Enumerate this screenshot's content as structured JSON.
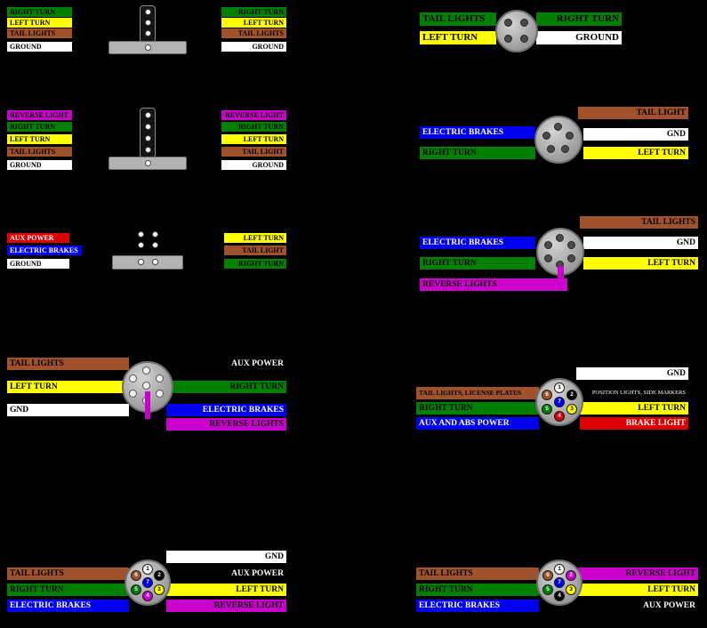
{
  "palette": {
    "background": "#000000",
    "green": "#008000",
    "yellow": "#ffff00",
    "brown": "#a0522d",
    "white": "#ffffff",
    "magenta": "#cc00cc",
    "blue": "#0000ee",
    "red": "#dd0000",
    "black_wire": "#000000",
    "connector_gray": "#b3b3b3"
  },
  "g": {
    "flat4": {
      "left": [
        "RIGHT TURN",
        "LEFT TURN",
        "TAIL LIGHTS",
        "GROUND"
      ],
      "right": [
        "RIGHT TURN",
        "LEFT TURN",
        "TAIL LIGHTS",
        "GROUND"
      ]
    },
    "flat5": {
      "left": [
        "REVERSE LIGHT",
        "RIGHT TURN",
        "LEFT TURN",
        "TAIL LIGHTS",
        "GROUND"
      ],
      "right": [
        "REVERSE LIGHT",
        "RIGHT TURN",
        "LEFT TURN",
        "TAIL LIGHT",
        "GROUND"
      ]
    },
    "sq6": {
      "left": [
        "AUX POWER",
        "ELECTRIC BRAKES",
        "GROUND"
      ],
      "right": [
        "LEFT TURN",
        "TAIL LIGHT",
        "RIGHT TURN"
      ]
    },
    "blade7": {
      "left": [
        "TAIL LIGHTS",
        "LEFT TURN",
        "GND"
      ],
      "right": [
        "AUX POWER",
        "RIGHT TURN",
        "ELECTRIC BRAKES",
        "REVERSE LIGHTS"
      ]
    },
    "round4": {
      "left": [
        "TAIL LIGHTS",
        "LEFT TURN"
      ],
      "right": [
        "RIGHT TURN",
        "GROUND"
      ]
    },
    "round5": {
      "left": [
        "ELECTRIC BRAKES",
        "RIGHT TURN"
      ],
      "right": [
        "TAIL LIGHT",
        "GND",
        "LEFT TURN"
      ]
    },
    "round6": {
      "left": [
        "ELECTRIC BRAKES",
        "RIGHT TURN",
        "REVERSE LIGHTS"
      ],
      "right": [
        "TAIL LIGHTS",
        "GND",
        "LEFT TURN"
      ]
    },
    "hd7": {
      "left": [
        "TAIL LIGHTS, LICENSE PLATES",
        "RIGHT TURN",
        "AUX AND ABS POWER"
      ],
      "right": [
        "GND",
        "POSITION LIGHTS, SIDE MARKERS",
        "LEFT TURN",
        "BRAKE LIGHT"
      ],
      "pins": [
        "1",
        "2",
        "3",
        "4",
        "5",
        "6",
        "7"
      ]
    },
    "sae7": {
      "left": [
        "TAIL LIGHTS",
        "RIGHT TURN",
        "ELECTRIC BRAKES"
      ],
      "right": [
        "GND",
        "AUX POWER",
        "LEFT TURN",
        "REVERSE LIGHT"
      ],
      "pins": [
        "1",
        "2",
        "3",
        "4",
        "5",
        "6",
        "7"
      ]
    },
    "euro7": {
      "left": [
        "TAIL LIGHTS",
        "RIGHT TURN",
        "ELECTRIC BRAKES"
      ],
      "right": [
        "REVERSE LIGHT",
        "LEFT TURN",
        "AUX POWER"
      ],
      "pins": [
        "1",
        "2",
        "3",
        "4",
        "5",
        "6",
        "7"
      ]
    }
  }
}
